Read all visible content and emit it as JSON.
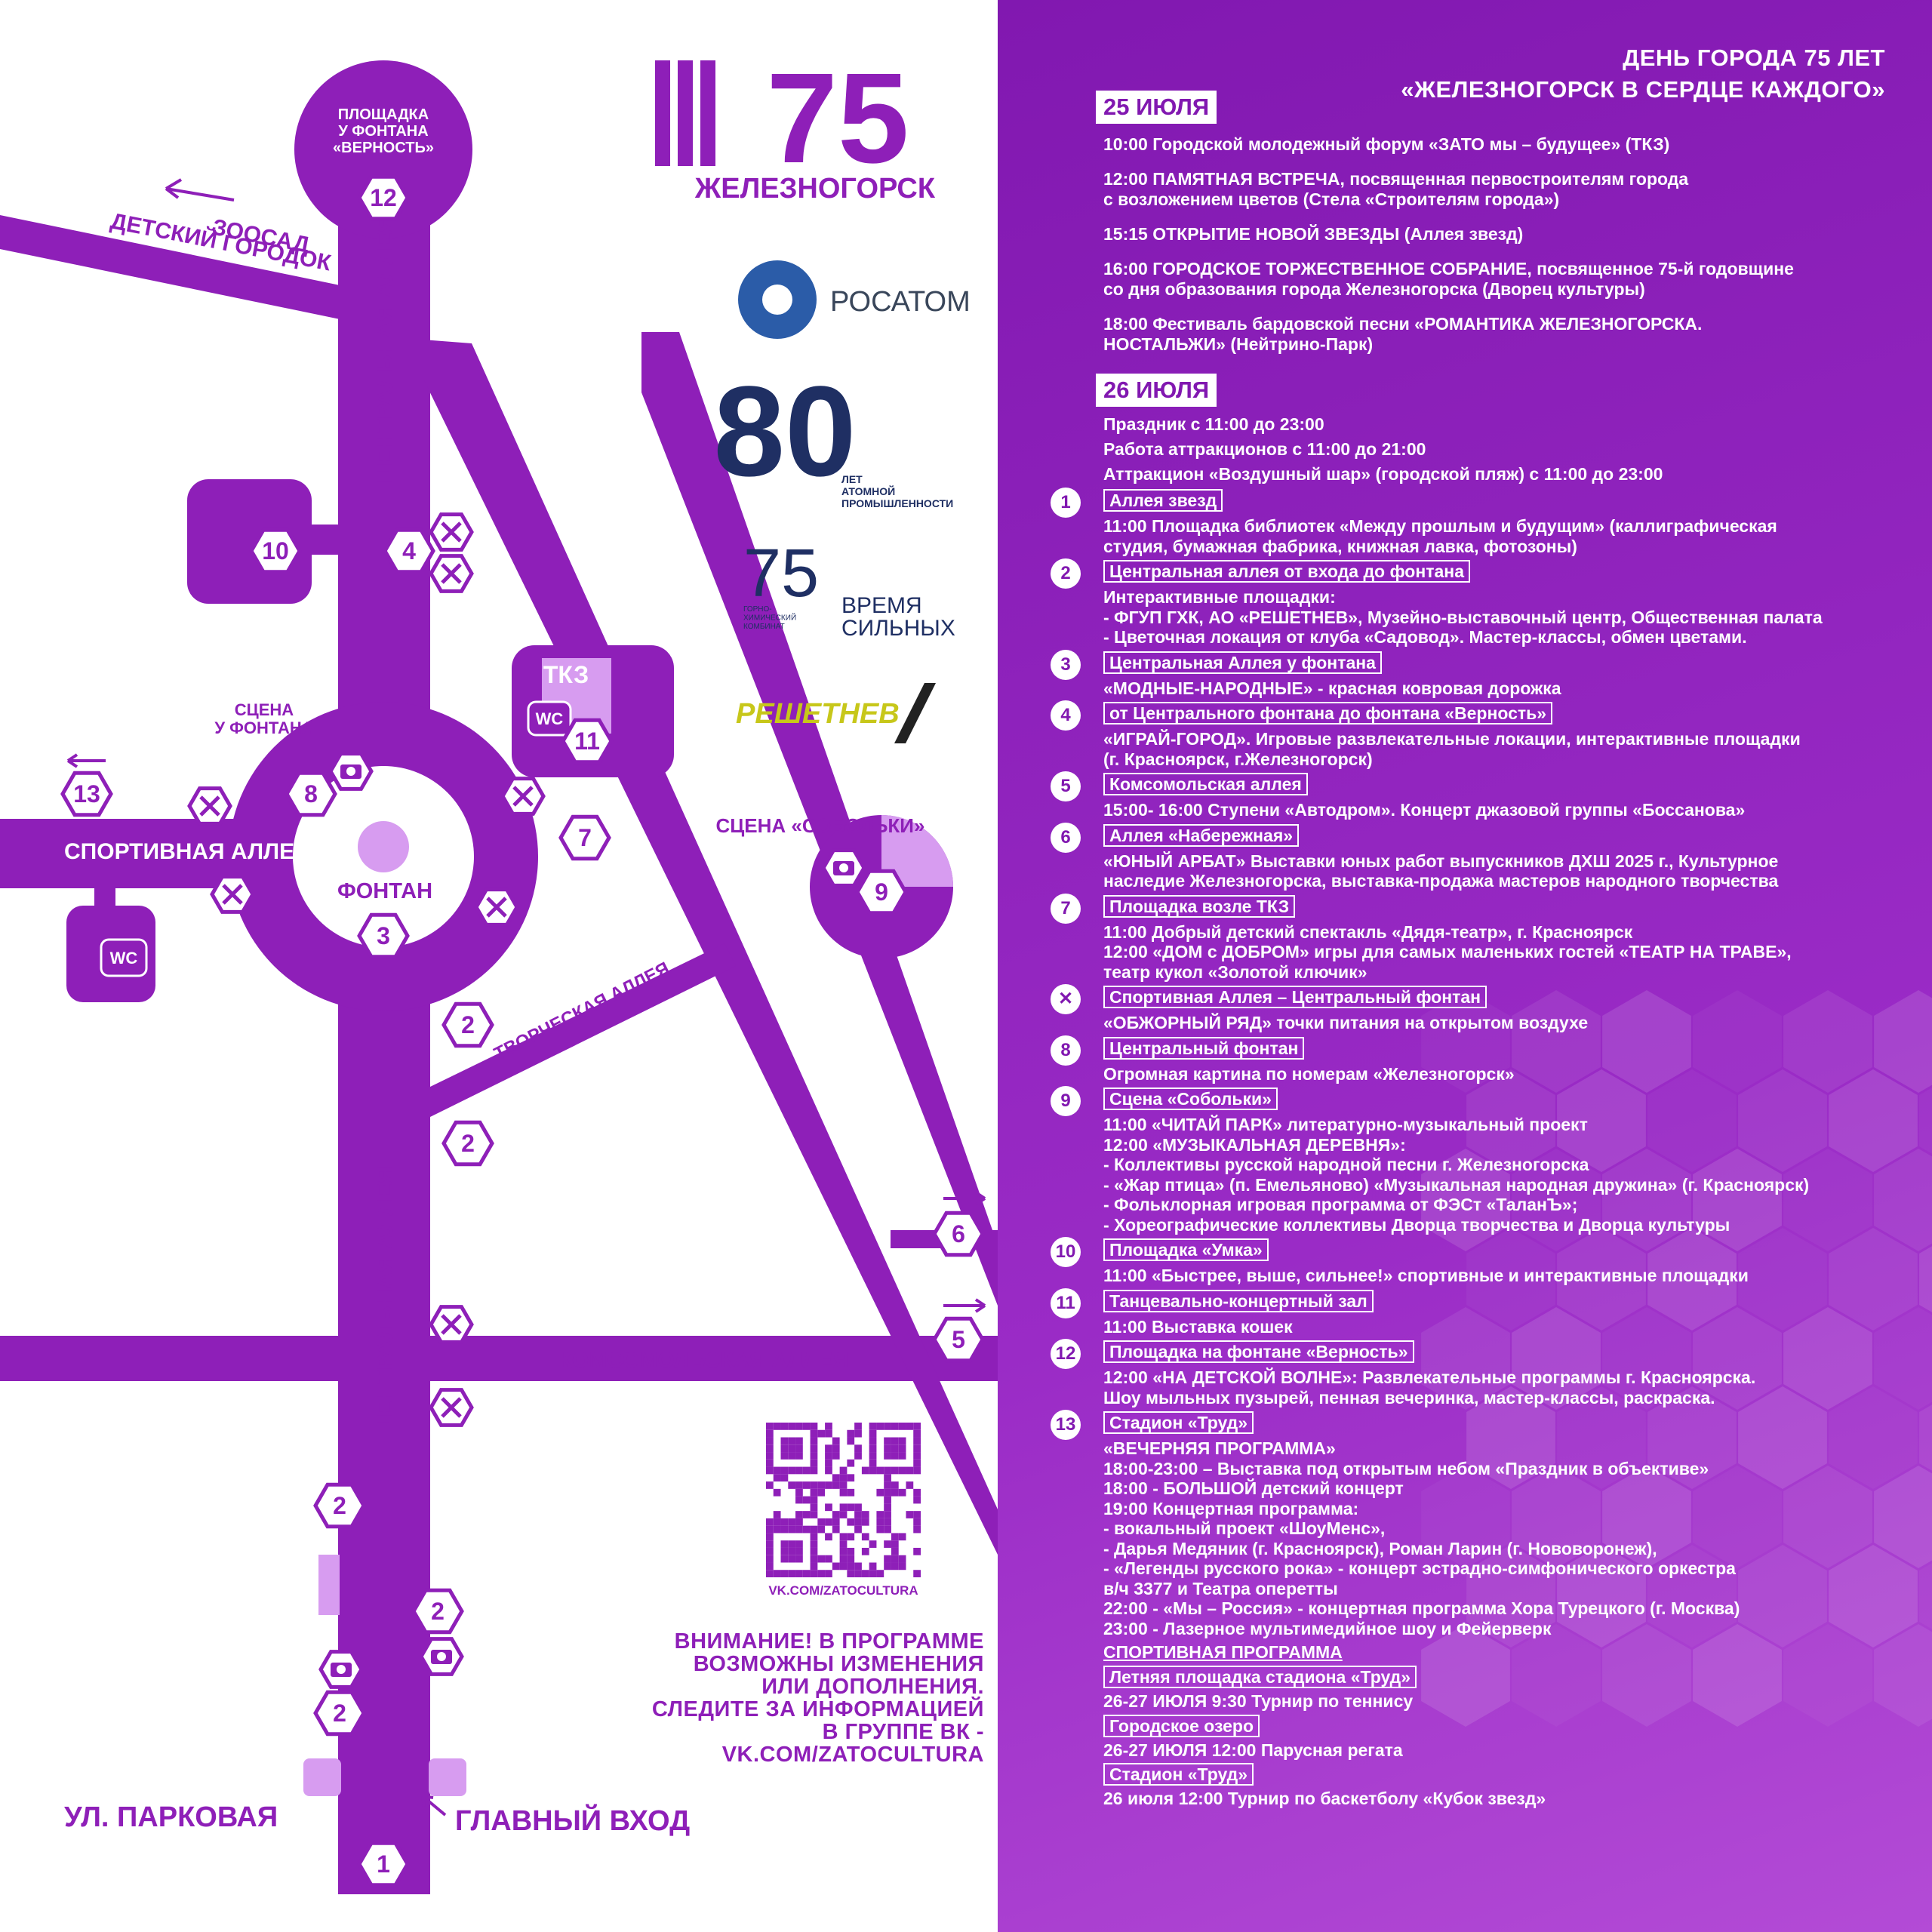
{
  "header": {
    "line1": "ДЕНЬ ГОРОДА 75 ЛЕТ",
    "line2": "«ЖЕЛЕЗНОГОРСК В СЕРДЦЕ КАЖДОГО»"
  },
  "logos": {
    "main_number": "75",
    "main_city": "ЖЕЛЕЗНОГОРСК",
    "rosatom": "РОСАТОМ",
    "eighty_number": "80",
    "eighty_caption": "ЛЕТ\nАТОМНОЙ\nПРОМЫШЛЕННОСТИ",
    "ghk_number": "75",
    "ghk_caption": "ГОРНО-\nХИМИЧЕСКИЙ\nКОМБИНАТ",
    "ghk_slogan_1": "ВРЕМЯ",
    "ghk_slogan_2": "СИЛЬНЫХ",
    "reshetnev": "РЕШЕТНЕВ"
  },
  "map": {
    "central_alley_top": "ЦЕНТРАЛЬНАЯ АЛЛЕЯ",
    "central_alley_bottom": "ЦЕНТРАЛЬНАЯ АЛЛЕЯ",
    "zoo_1": "ЗООСАД",
    "zoo_2": "ДЕТСКИЙ ГОРОДОК",
    "fountain_12_1": "ПЛОЩАДКА",
    "fountain_12_2": "У ФОНТАНА",
    "fountain_12_3": "«ВЕРНОСТЬ»",
    "sport_alley": "СПОРТИВНАЯ АЛЛЕЯ",
    "fountain": "ФОНТАН",
    "stage_fountain_1": "СЦЕНА",
    "stage_fountain_2": "У ФОНТАНА",
    "tkz": "ТКЗ",
    "wc": "WC",
    "stage_soboli": "СЦЕНА «СОБОЛЬКИ»",
    "creative_alley": "ТВОРЧЕСКАЯ АЛЛЕЯ",
    "komsomol_alley": "КОМСОМОЛЬСКАЯ АЛЛЕЯ",
    "parkovaya": "УЛ. ПАРКОВАЯ",
    "main_entrance": "ГЛАВНЫЙ ВХОД",
    "markers": [
      "1",
      "2",
      "3",
      "4",
      "5",
      "6",
      "7",
      "8",
      "9",
      "10",
      "11",
      "12",
      "13"
    ]
  },
  "qr_url": "VK.COM/ZATOCULTURA",
  "notice": "ВНИМАНИЕ! В ПРОГРАММЕ\nВОЗМОЖНЫ ИЗМЕНЕНИЯ\nИЛИ ДОПОЛНЕНИЯ.\nСЛЕДИТЕ ЗА ИНФОРМАЦИЕЙ\nВ ГРУППЕ ВК - VK.COM/ZATOCULTURA",
  "day1": {
    "title": "25 ИЮЛЯ",
    "events": [
      "10:00   Городской молодежный форум «ЗАТО мы – будущее» (ТКЗ)",
      "12:00   ПАМЯТНАЯ ВСТРЕЧА, посвященная первостроителям города\n            с возложением цветов (Стела «Строителям города»)",
      "15:15   ОТКРЫТИЕ НОВОЙ ЗВЕЗДЫ (Аллея звезд)",
      "16:00   ГОРОДСКОЕ ТОРЖЕСТВЕННОЕ СОБРАНИЕ, посвященное 75-й годовщине\n            со дня образования города Железногорска (Дворец культуры)",
      "18:00   Фестиваль бардовской песни «РОМАНТИКА ЖЕЛЕЗНОГОРСКА.\n            НОСТАЛЬЖИ» (Нейтрино-Парк)"
    ]
  },
  "day2": {
    "title": "26 ИЮЛЯ",
    "general": [
      "Праздник с 11:00 до 23:00",
      "Работа аттракционов с 11:00 до 21:00",
      "Аттракцион «Воздушный шар» (городской пляж) с 11:00 до 23:00"
    ],
    "items": [
      {
        "num": "1",
        "tag": "Аллея звезд",
        "body": "11:00   Площадка библиотек «Между прошлым и будущим» (каллиграфическая\nстудия, бумажная фабрика, книжная лавка, фотозоны)"
      },
      {
        "num": "2",
        "tag": "Центральная аллея от входа до фонтана",
        "body": "Интерактивные площадки:\n- ФГУП ГХК, АО «РЕШЕТНЕВ», Музейно-выставочный центр, Общественная палата\n- Цветочная локация от клуба «Садовод». Мастер-классы, обмен цветами."
      },
      {
        "num": "3",
        "tag": "Центральная Аллея у фонтана",
        "body": "«МОДНЫЕ-НАРОДНЫЕ» - красная ковровая дорожка"
      },
      {
        "num": "4",
        "tag": "от Центрального фонтана до фонтана «Верность»",
        "body": "«ИГРАЙ-ГОРОД». Игровые развлекательные локации, интерактивные площадки\n(г. Красноярск, г.Железногорск)"
      },
      {
        "num": "5",
        "tag": "Комсомольская аллея",
        "body": "15:00- 16:00   Ступени «Автодром». Концерт джазовой группы «Боссанова»"
      },
      {
        "num": "6",
        "tag": "Аллея «Набережная»",
        "body": "«ЮНЫЙ АРБАТ» Выставки юных работ выпускников ДХШ 2025 г., Культурное\nнаследие Железногорска, выставка-продажа мастеров народного творчества"
      },
      {
        "num": "7",
        "tag": "Площадка возле ТКЗ",
        "body": "11:00   Добрый детский спектакль «Дядя-театр», г. Красноярск\n12:00   «ДОМ с ДОБРОМ» игры для самых маленьких гостей «ТЕАТР НА ТРАВЕ»,\nтеатр кукол «Золотой ключик»"
      },
      {
        "num": "✕",
        "tag": "Спортивная Аллея – Центральный фонтан",
        "body": "«ОБЖОРНЫЙ РЯД» точки питания на открытом воздухе"
      },
      {
        "num": "8",
        "tag": "Центральный фонтан",
        "body": "Огромная картина по номерам «Железногорск»"
      },
      {
        "num": "9",
        "tag": "Сцена «Собольки»",
        "body": "11:00   «ЧИТАЙ ПАРК» литературно-музыкальный проект\n12:00   «МУЗЫКАЛЬНАЯ ДЕРЕВНЯ»:\n- Коллективы русской народной песни г. Железногорска\n- «Жар птица» (п. Емельяново) «Музыкальная народная дружина» (г. Красноярск)\n- Фольклорная игровая программа от ФЭСт «ТаланЪ»;\n- Хореографические коллективы Дворца творчества и Дворца культуры"
      },
      {
        "num": "10",
        "tag": "Площадка «Умка»",
        "body": "11:00   «Быстрее, выше, сильнее!» спортивные и интерактивные площадки"
      },
      {
        "num": "11",
        "tag": "Танцевально-концертный зал",
        "body": "11:00   Выставка кошек"
      },
      {
        "num": "12",
        "tag": "Площадка на фонтане «Верность»",
        "body": "12:00 «НА ДЕТСКОЙ ВОЛНЕ»: Развлекательные программы г. Красноярска.\nШоу мыльных пузырей, пенная вечеринка, мастер-классы, раскраска."
      },
      {
        "num": "13",
        "tag": "Стадион «Труд»",
        "body": "«ВЕЧЕРНЯЯ ПРОГРАММА»\n18:00-23:00 – Выставка под открытым небом «Праздник в объективе»\n18:00 - БОЛЬШОЙ детский концерт\n19:00   Концертная программа:\n- вокальный проект «ШоуМенс»,\n- Дарья Медяник (г. Красноярск), Роман Ларин (г. Нововоронеж),\n- «Легенды русского рока» - концерт эстрадно-симфонического оркестра\nв/ч 3377 и Театра оперетты\n22:00 - «Мы – Россия» - концертная программа Хора Турецкого (г. Москва)\n23:00 - Лазерное мультимедийное шоу и Фейерверк"
      }
    ],
    "sport_title": "СПОРТИВНАЯ ПРОГРАММА",
    "sport": [
      {
        "tag": "Летняя площадка стадиона «Труд»",
        "body": "26-27 ИЮЛЯ 9:30  Турнир по теннису"
      },
      {
        "tag": "Городское озеро",
        "body": "26-27 ИЮЛЯ 12:00  Парусная регата"
      },
      {
        "tag": "Стадион «Труд»",
        "body": "26 июля 12:00  Турнир по баскетболу «Кубок звезд»"
      }
    ]
  },
  "colors": {
    "purple": "#8e1fb8",
    "right_bg": "#8a1fb8",
    "light": "#d79cf0"
  }
}
